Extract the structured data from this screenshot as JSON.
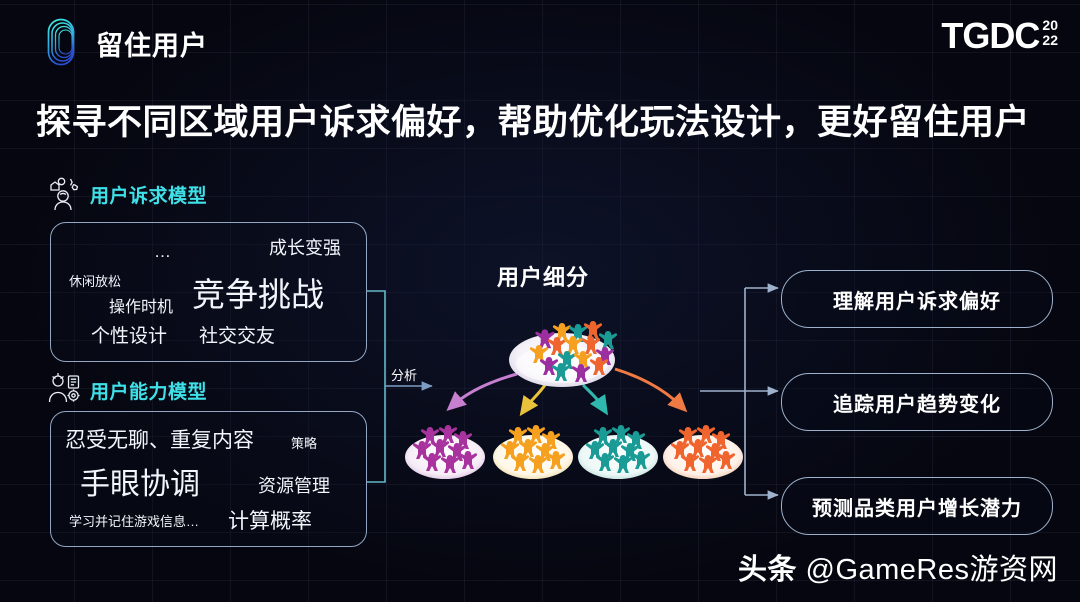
{
  "background": {
    "color": "#05060f",
    "grid_color": "#96a5c8"
  },
  "header": {
    "title": "留住用户",
    "logo_icon": "capsule-outline-logo",
    "brand": {
      "text": "TGDC",
      "year_top": "20",
      "year_bottom": "22"
    }
  },
  "main_title": "探寻不同区域用户诉求偏好，帮助优化玩法设计，更好留住用户",
  "left_column": {
    "sections": [
      {
        "icon": "user-needs-icon",
        "title": "用户诉求模型",
        "accent": "#3FE0E8",
        "words": [
          {
            "text": "成长变强",
            "size": 18
          },
          {
            "text": "…",
            "size": 17
          },
          {
            "text": "休闲放松",
            "size": 13
          },
          {
            "text": "操作时机",
            "size": 16
          },
          {
            "text": "竞争挑战",
            "size": 33
          },
          {
            "text": "个性设计",
            "size": 19
          },
          {
            "text": "社交交友",
            "size": 19
          }
        ]
      },
      {
        "icon": "user-ability-icon",
        "title": "用户能力模型",
        "accent": "#3FE0E8",
        "words": [
          {
            "text": "忍受无聊、重复内容",
            "size": 21
          },
          {
            "text": "策略",
            "size": 13
          },
          {
            "text": "手眼协调",
            "size": 30
          },
          {
            "text": "资源管理",
            "size": 18
          },
          {
            "text": "学习并记住游戏信息…",
            "size": 13
          },
          {
            "text": "计算概率",
            "size": 21
          }
        ]
      }
    ]
  },
  "center": {
    "title": "用户细分",
    "arrow_label": "分析",
    "source_cluster": {
      "name": "mixed-user-cluster",
      "colors": [
        "#9B2FA0",
        "#F5A01E",
        "#1A9B96",
        "#F0652E"
      ]
    },
    "segments": [
      {
        "name": "purple-segment",
        "color": "#A8329E",
        "arrow_color": "#c77fd0"
      },
      {
        "name": "amber-segment",
        "color": "#F5A01E",
        "arrow_color": "#e8c23a"
      },
      {
        "name": "teal-segment",
        "color": "#1A9B96",
        "arrow_color": "#2fb8ae"
      },
      {
        "name": "orange-segment",
        "color": "#F0652E",
        "arrow_color": "#ef7a43"
      }
    ]
  },
  "right_column": {
    "outcomes": [
      "理解用户诉求偏好",
      "追踪用户趋势变化",
      "预测品类用户增长潜力"
    ]
  },
  "watermark": {
    "prefix": "头条",
    "handle": "@GameRes游资网"
  }
}
